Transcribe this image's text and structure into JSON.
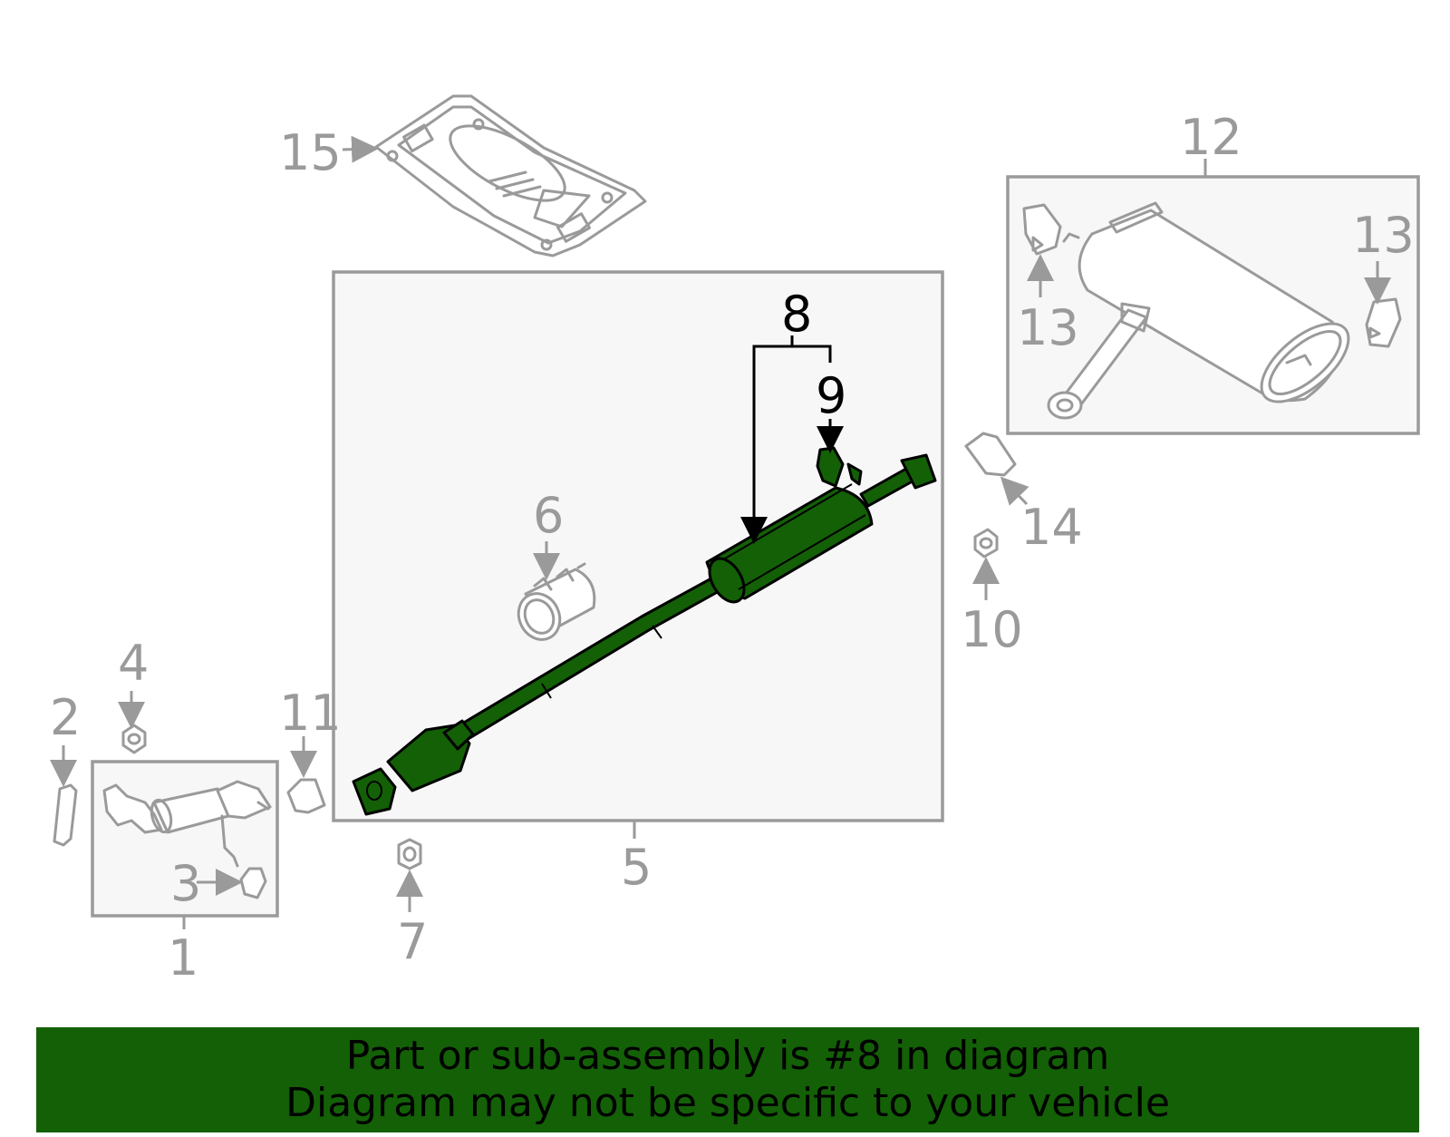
{
  "colors": {
    "highlight": "#136006",
    "part_outline": "#9a9a9a",
    "highlight_outline": "#000000",
    "box_fill": "#f7f7f7",
    "banner": "#136006"
  },
  "callouts": {
    "c1": "1",
    "c2": "2",
    "c3": "3",
    "c4": "4",
    "c5": "5",
    "c6": "6",
    "c7": "7",
    "c8": "8",
    "c9": "9",
    "c10": "10",
    "c11": "11",
    "c12": "12",
    "c13a": "13",
    "c13b": "13",
    "c14": "14",
    "c15": "15"
  },
  "highlighted_part": "8",
  "banner": {
    "line1": "Part or sub-assembly is #8 in diagram",
    "line2": "Diagram may not be specific to your vehicle"
  }
}
